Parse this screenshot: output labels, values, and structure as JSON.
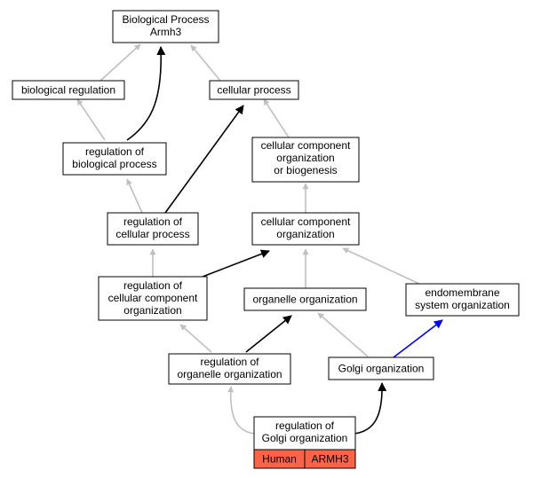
{
  "colors": {
    "is_a_edge": "#c0c0c0",
    "regulates_edge": "#000000",
    "part_of_edge": "#0000ff",
    "tag_fill": "#ff6347"
  },
  "nodes": {
    "root": {
      "line1": "Biological Process",
      "line2": "Armh3"
    },
    "biological_regulation": {
      "line1": "biological regulation"
    },
    "cellular_process": {
      "line1": "cellular process"
    },
    "regulation_of_biological_process": {
      "line1": "regulation of",
      "line2": "biological process"
    },
    "ccob": {
      "line1": "cellular component",
      "line2": "organization",
      "line3": "or biogenesis"
    },
    "regulation_of_cellular_process": {
      "line1": "regulation of",
      "line2": "cellular process"
    },
    "cco": {
      "line1": "cellular component",
      "line2": "organization"
    },
    "regulation_of_cco": {
      "line1": "regulation of",
      "line2": "cellular component",
      "line3": "organization"
    },
    "organelle_organization": {
      "line1": "organelle organization"
    },
    "endomembrane": {
      "line1": "endomembrane",
      "line2": "system organization"
    },
    "regulation_of_organelle_organization": {
      "line1": "regulation of",
      "line2": "organelle organization"
    },
    "golgi_organization": {
      "line1": "Golgi organization"
    },
    "regulation_of_golgi": {
      "line1": "regulation of",
      "line2": "Golgi organization"
    }
  },
  "tags": {
    "species": "Human",
    "gene": "ARMH3"
  },
  "edges": [
    {
      "from": "biological_regulation",
      "to": "root",
      "kind": "is_a"
    },
    {
      "from": "cellular_process",
      "to": "root",
      "kind": "is_a"
    },
    {
      "from": "regulation_of_biological_process",
      "to": "root",
      "kind": "regulates"
    },
    {
      "from": "regulation_of_biological_process",
      "to": "biological_regulation",
      "kind": "is_a"
    },
    {
      "from": "ccob",
      "to": "cellular_process",
      "kind": "is_a"
    },
    {
      "from": "regulation_of_cellular_process",
      "to": "regulation_of_biological_process",
      "kind": "is_a"
    },
    {
      "from": "regulation_of_cellular_process",
      "to": "cellular_process",
      "kind": "regulates"
    },
    {
      "from": "cco",
      "to": "ccob",
      "kind": "is_a"
    },
    {
      "from": "regulation_of_cco",
      "to": "regulation_of_cellular_process",
      "kind": "is_a"
    },
    {
      "from": "regulation_of_cco",
      "to": "cco",
      "kind": "regulates"
    },
    {
      "from": "organelle_organization",
      "to": "cco",
      "kind": "is_a"
    },
    {
      "from": "endomembrane",
      "to": "cco",
      "kind": "is_a"
    },
    {
      "from": "regulation_of_organelle_organization",
      "to": "regulation_of_cco",
      "kind": "is_a"
    },
    {
      "from": "regulation_of_organelle_organization",
      "to": "organelle_organization",
      "kind": "regulates"
    },
    {
      "from": "golgi_organization",
      "to": "organelle_organization",
      "kind": "is_a"
    },
    {
      "from": "golgi_organization",
      "to": "endomembrane",
      "kind": "part_of"
    },
    {
      "from": "regulation_of_golgi",
      "to": "regulation_of_organelle_organization",
      "kind": "is_a"
    },
    {
      "from": "regulation_of_golgi",
      "to": "golgi_organization",
      "kind": "regulates"
    }
  ]
}
